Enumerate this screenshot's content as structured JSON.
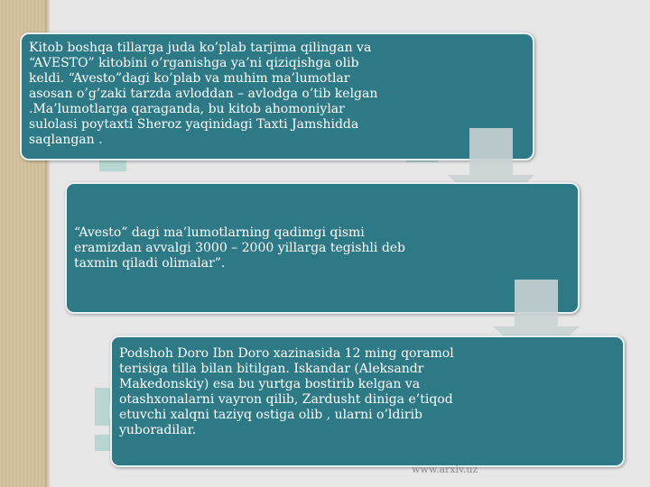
{
  "boxes": [
    {
      "text": "Kitob boshqa tillarga juda ko’plab tarjima qilingan va “AVESTO” kitobini o’rganishga ya’ni qiziqishga olib keldi. “Avesto”dagi ko’plab va muhim ma’lumotlar asosan o’g’zaki tarzda avloddan – avlodga o’tib kelgan .Ma’lumotlarga qaraganda, bu kitob ahomoniylar sulolasi poytaxti Sheroz yaqinidagi Taxti Jamshidda saqlangan ."
    },
    {
      "text": "“Avesto” dagi ma’lumotlarning qadimgi qismi eramizdan avvalgi 3000 – 2000 yillarga tegishli deb taxmin qiladi olimalar”."
    },
    {
      "text": "Podshoh Doro Ibn Doro xazinasida 12 ming qoramol terisiga tilla bilan bitilgan. Iskandar (Aleksandr Makedonskiy) esa bu yurtga bostirib kelgan va otashxonalarni vayron qilib, Zardusht diniga e’tiqod etuvchi xalqni taziyq ostiga olib , ularni o’ldirib yuboradilar."
    }
  ],
  "footer": "www.arxiv.uz",
  "colors": {
    "box_fill": "#2d7a86",
    "arrow_fill": "#c9d1d3",
    "watermark": "#5fb8a8"
  }
}
